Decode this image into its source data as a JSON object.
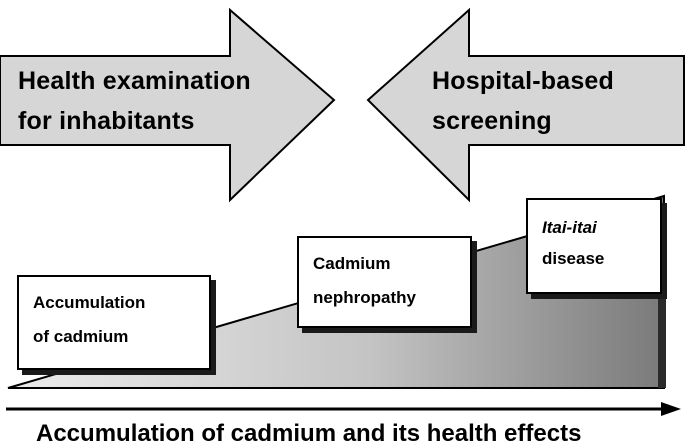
{
  "arrows": {
    "left": {
      "label": "Health examination\nfor inhabitants"
    },
    "right": {
      "label": "Hospital-based\nscreening"
    }
  },
  "stages": [
    {
      "line1": "Accumulation",
      "line2": "of cadmium"
    },
    {
      "line1": "Cadmium",
      "line2": "nephropathy"
    },
    {
      "line1": "Itai-itai",
      "line2": "disease"
    }
  ],
  "axis": {
    "label": "Accumulation of cadmium and its health effects"
  },
  "colors": {
    "arrow_fill": "#d6d6d6",
    "ramp_light": "#e6e6e6",
    "ramp_dark": "#7a7a7a",
    "outline": "#000000"
  }
}
